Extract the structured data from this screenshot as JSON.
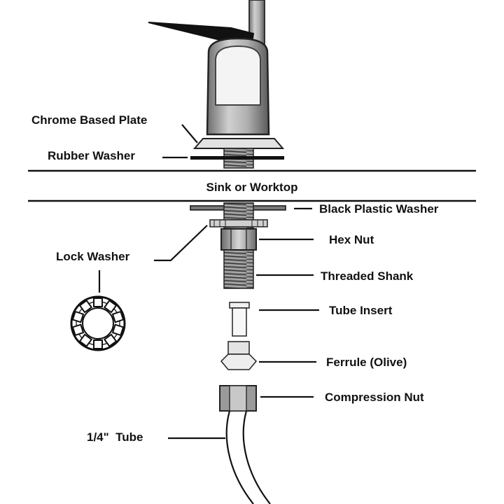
{
  "labels": {
    "chrome_plate": "Chrome Based Plate",
    "rubber_washer": "Rubber Washer",
    "sink": "Sink or Worktop",
    "black_washer": "Black Plastic Washer",
    "hex_nut": "Hex Nut",
    "lock_washer": "Lock Washer",
    "threaded_shank": "Threaded Shank",
    "tube_insert": "Tube Insert",
    "ferrule": "Ferrule (Olive)",
    "compression_nut": "Compression Nut",
    "tube": "1/4\"  Tube"
  },
  "colors": {
    "ink": "#111111",
    "chrome": "#b9b9b9",
    "metal_light": "#e6e6e6",
    "metal_dark": "#555555",
    "nut": "#9a9a9a"
  }
}
